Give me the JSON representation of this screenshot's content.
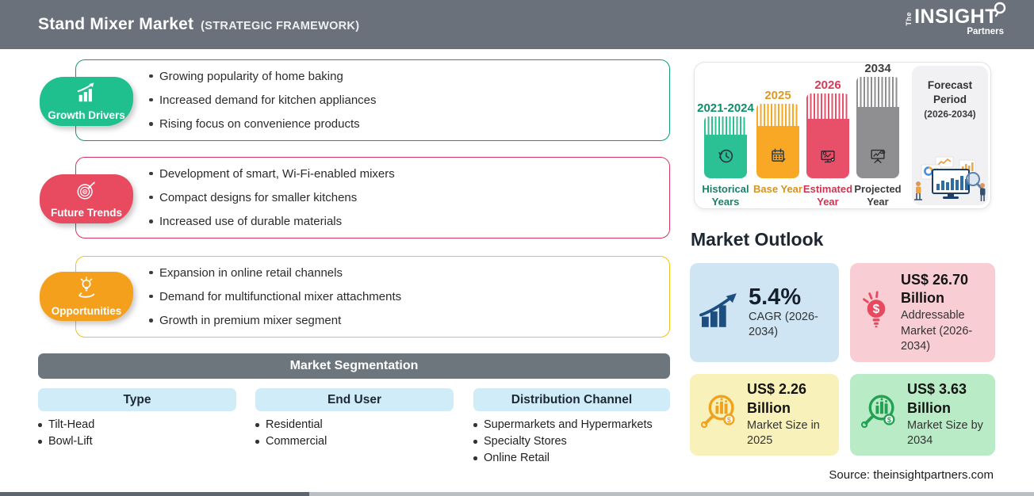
{
  "colors": {
    "header_bg": "#6a717b",
    "growth_green": "#1fc08e",
    "growth_border": "#0f9b78",
    "trends_red": "#e84a5f",
    "trends_border": "#d6365e",
    "opportunities_orange": "#f5a01d",
    "opportunities_border": "#f0c21d",
    "timeline_green": "#2cc195",
    "timeline_orange": "#f9a825",
    "timeline_red": "#e8506a",
    "timeline_gray": "#8f8f91",
    "card_blue_bg": "#cfe5f3",
    "card_pink_bg": "#f8ced4",
    "card_yellow_bg": "#f9f1ba",
    "card_green_bg": "#b9ebc6",
    "segment_header_bg": "#cfecf8",
    "segment_bar_bg": "#6d757d"
  },
  "header": {
    "title": "Stand Mixer Market",
    "subtitle": "(STRATEGIC FRAMEWORK)",
    "logo": {
      "the": "The",
      "insight": "INSIGHT",
      "partners": "Partners"
    }
  },
  "panels": [
    {
      "label": "Growth Drivers",
      "icon": "growth-chart-icon",
      "items": [
        "Growing popularity of home baking",
        "Increased demand for kitchen appliances",
        "Rising focus on convenience products"
      ]
    },
    {
      "label": "Future Trends",
      "icon": "target-arrow-icon",
      "items": [
        "Development of smart, Wi-Fi-enabled mixers",
        "Compact designs for smaller kitchens",
        "Increased use of durable materials"
      ]
    },
    {
      "label": "Opportunities",
      "icon": "hand-bulb-icon",
      "items": [
        "Expansion in online retail channels",
        "Demand for multifunctional mixer attachments",
        "Growth in premium mixer segment"
      ]
    }
  ],
  "segmentation": {
    "title": "Market Segmentation",
    "columns": [
      {
        "header": "Type",
        "items": [
          "Tilt-Head",
          "Bowl-Lift"
        ]
      },
      {
        "header": "End User",
        "items": [
          "Residential",
          "Commercial"
        ]
      },
      {
        "header": "Distribution Channel",
        "items": [
          "Supermarkets and Hypermarkets",
          "Specialty Stores",
          "Online Retail"
        ]
      }
    ]
  },
  "timeline": {
    "bars": [
      {
        "years": "2021-2024",
        "label": "Historical Years",
        "icon": "history-clock-icon"
      },
      {
        "years": "2025",
        "label": "Base Year",
        "icon": "calendar-icon"
      },
      {
        "years": "2026",
        "label": "Estimated Year",
        "icon": "computer-analytics-icon"
      },
      {
        "years": "2034",
        "label": "Projected Year",
        "icon": "presentation-chart-icon"
      }
    ],
    "forecast": {
      "title": "Forecast Period",
      "range": "(2026-2034)"
    }
  },
  "outlook": {
    "title": "Market Outlook",
    "cards": [
      {
        "value": "5.4%",
        "label": "CAGR (2026-2034)",
        "icon": "growth-bars-arrow-icon"
      },
      {
        "value": "US$ 26.70 Billion",
        "label": "Addressable Market (2026-2034)",
        "icon": "dollar-bulb-icon"
      },
      {
        "value": "US$ 2.26 Billion",
        "label": "Market Size in 2025",
        "icon": "magnifier-bars-icon"
      },
      {
        "value": "US$ 3.63 Billion",
        "label": "Market Size by 2034",
        "icon": "magnifier-bars-icon"
      }
    ]
  },
  "source": "Source: theinsightpartners.com"
}
